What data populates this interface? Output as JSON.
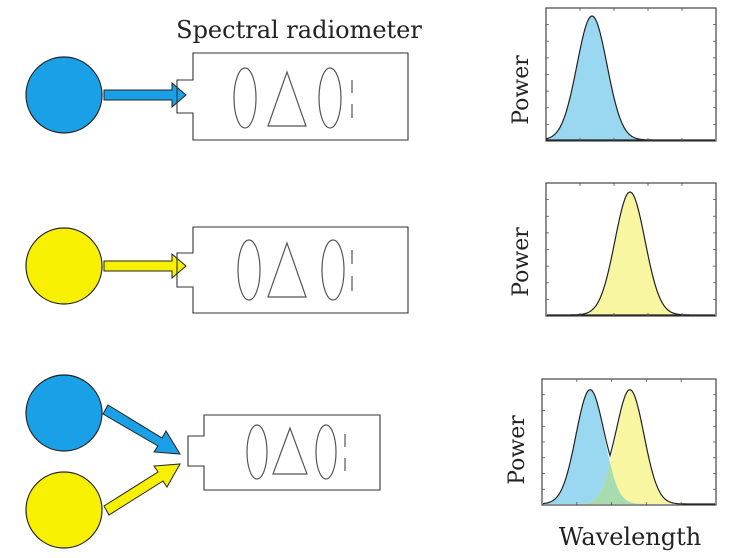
{
  "title": "Spectral radiometer",
  "ylabel": "Power",
  "xlabel": "Wavelength",
  "colors": {
    "blue": "#1aa0e6",
    "yellow": "#f7f000",
    "blue_fill": "#99d8f0",
    "yellow_fill": "#f8f6a0",
    "overlap_fill": "#a8dcb0"
  },
  "scenes": [
    {
      "sources": [
        "blue"
      ],
      "spectrum": [
        "blue"
      ]
    },
    {
      "sources": [
        "yellow"
      ],
      "spectrum": [
        "yellow"
      ]
    },
    {
      "sources": [
        "blue",
        "yellow"
      ],
      "spectrum": [
        "blue",
        "yellow"
      ]
    }
  ]
}
